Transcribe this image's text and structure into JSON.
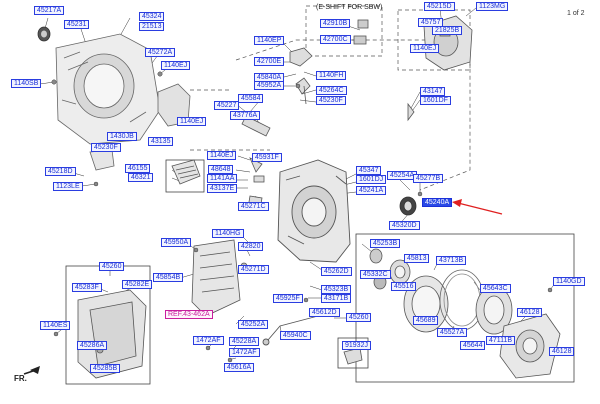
{
  "page_indicator": "1 of 2",
  "eshift_title": "(E-SHIFT FOR SBW)",
  "ref_label": "REF.43-462A",
  "fr_label": "FR.",
  "highlight_color": "#2a4ae6",
  "arrow_color": "#e02020",
  "part_labels": [
    "45217A",
    "45231",
    "45324",
    "21513",
    "45272A",
    "1140EJ",
    "1140SB",
    "1140EJ",
    "1430JB",
    "45230F",
    "43135",
    "45218D",
    "1123LE",
    "1140EP",
    "42700E",
    "45840A",
    "45952A",
    "42910B",
    "42700C",
    "1140FH",
    "45264C",
    "45230F",
    "45227",
    "43776A",
    "45584",
    "43147",
    "1601DF",
    "45215D",
    "1123MG",
    "45757",
    "21825B",
    "1140EJ",
    "1140EJ",
    "45931F",
    "48648",
    "1141AA",
    "43137E",
    "45271C",
    "46155",
    "46321",
    "45347",
    "1601DJ",
    "45241A",
    "45254A",
    "45277B",
    "45240A",
    "45320D",
    "1140HG",
    "42820",
    "45271D",
    "45950A",
    "45854B",
    "45260",
    "45283F",
    "45282E",
    "45253B",
    "45813",
    "43713B",
    "45262D",
    "45332C",
    "45516",
    "45323B",
    "43171B",
    "45925F",
    "45612D",
    "45260",
    "45643C",
    "1140GD",
    "45689",
    "45527A",
    "1140ES",
    "45252A",
    "45940C",
    "1472AF",
    "45228A",
    "1472AF",
    "45616A",
    "45286A",
    "45285B",
    "46128",
    "47111B",
    "45644",
    "46128",
    "91932J"
  ]
}
